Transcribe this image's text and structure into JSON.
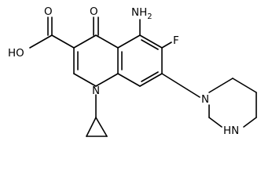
{
  "structure": {
    "atom_labels": {
      "cooh": "HO",
      "carboxyl_o": "O",
      "keto_o": "O",
      "amino_n": "NH",
      "amino_sub": "2",
      "fluorine": "F",
      "ring_n1": "N",
      "pip_n1": "N",
      "pip_nh": "HN"
    }
  }
}
